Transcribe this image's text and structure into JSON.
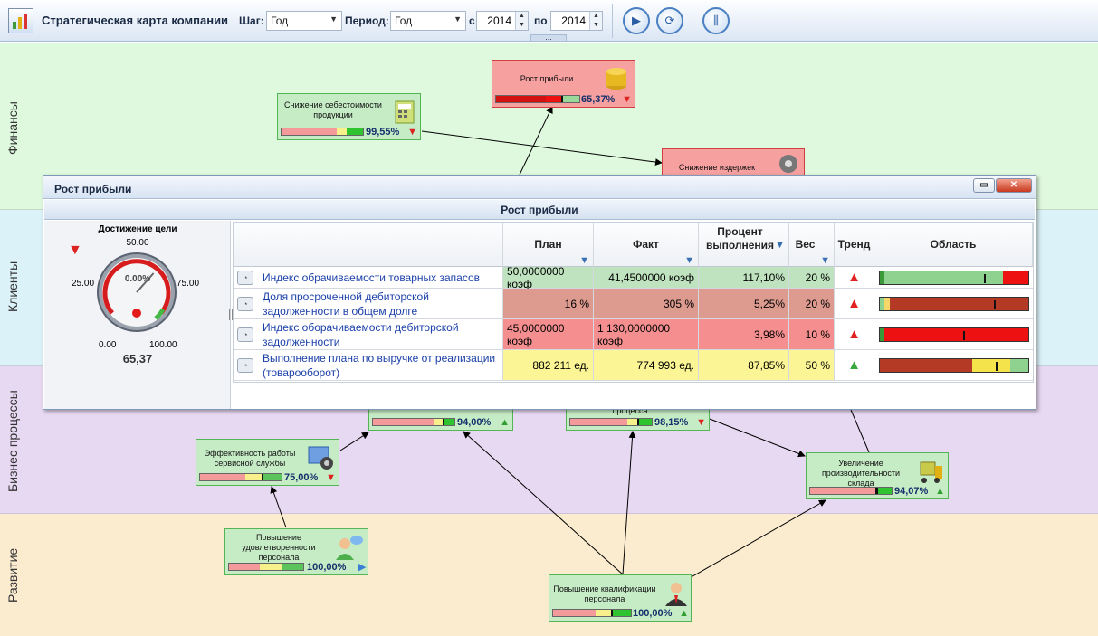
{
  "toolbar": {
    "title": "Стратегическая карта компании",
    "step_label": "Шаг:",
    "step_value": "Год",
    "period_label": "Период:",
    "period_value": "Год",
    "from_label": "с",
    "from_year": "2014",
    "to_label": "по",
    "to_year": "2014",
    "more": "..."
  },
  "lanes": {
    "finance": "Финансы",
    "clients": "Клиенты",
    "processes": "Бизнес процессы",
    "development": "Развитие"
  },
  "nodes": {
    "profit_growth": {
      "title": "Рост прибыли",
      "pct": "65,37%",
      "trend": "down"
    },
    "cost_reduction": {
      "title": "Снижение себестоимости продукции",
      "pct": "99,55%",
      "trend": "down"
    },
    "expense_reduction": {
      "title": "Снижение издержек"
    },
    "process_node": {
      "pct": "94,00%",
      "trend": "up"
    },
    "process2": {
      "title": "процесса",
      "pct": "98,15%",
      "trend": "down"
    },
    "service_eff": {
      "title": "Эффективность работы сервисной службы",
      "pct": "75,00%",
      "trend": "down"
    },
    "warehouse": {
      "title": "Увеличение производительности склада",
      "pct": "94,07%",
      "trend": "up"
    },
    "staff_satisfaction": {
      "title": "Повышение удовлетворенности персонала",
      "pct": "100,00%",
      "trend": "right"
    },
    "staff_qual": {
      "title": "Повышение квалификации персонала",
      "pct": "100,00%",
      "trend": "up"
    }
  },
  "popup": {
    "window_title": "Рост прибыли",
    "header": "Рост прибыли",
    "gauge": {
      "title": "Достижение цели",
      "center_pct": "0.00%",
      "tick_top": "50.00",
      "tick_left": "25.00",
      "tick_right": "75.00",
      "tick_min": "0.00",
      "tick_max": "100.00",
      "value_text": "65,37",
      "value": 65.37,
      "trend": "down"
    },
    "columns": {
      "plan": "План",
      "fact": "Факт",
      "percent": "Процент выполнения",
      "weight": "Вес",
      "trend": "Тренд",
      "area": "Область"
    },
    "rows": [
      {
        "name": "Индекс обрачиваемости товарных запасов",
        "plan": "50,0000000 коэф",
        "fact": "41,4500000 коэф",
        "percent": "117,10%",
        "weight": "20 %",
        "trend": "up-red",
        "bg": "#bfe3bf",
        "area": [
          {
            "c": "#3a9a3a",
            "w": 0.03
          },
          {
            "c": "#8fd18f",
            "w": 0.8
          },
          {
            "c": "#ee1111",
            "w": 0.17
          }
        ],
        "mark": 0.7
      },
      {
        "name": "Доля просроченной дебиторской задолженности в общем долге",
        "plan": "16 %",
        "fact": "305 %",
        "percent": "5,25%",
        "weight": "20 %",
        "trend": "up-red",
        "bg": "#dd9b8f",
        "area": [
          {
            "c": "#8fd18f",
            "w": 0.03
          },
          {
            "c": "#f4d66a",
            "w": 0.04
          },
          {
            "c": "#b53a26",
            "w": 0.93
          }
        ],
        "mark": 0.77
      },
      {
        "name": "Индекс оборачиваемости дебиторской задолженности",
        "plan": "45,0000000 коэф",
        "fact": "1 130,0000000 коэф",
        "percent": "3,98%",
        "weight": "10 %",
        "trend": "up-red",
        "bg": "#f58f8f",
        "area": [
          {
            "c": "#3a9a3a",
            "w": 0.03
          },
          {
            "c": "#ee1111",
            "w": 0.97
          }
        ],
        "mark": 0.56
      },
      {
        "name": "Выполнение плана по выручке от реализации (товарооборот)",
        "plan": "882 211 ед.",
        "fact": "774 993 ед.",
        "percent": "87,85%",
        "weight": "50 %",
        "trend": "up-green",
        "bg": "#fbf596",
        "area": [
          {
            "c": "#b53a26",
            "w": 0.62
          },
          {
            "c": "#f4e34a",
            "w": 0.26
          },
          {
            "c": "#8fd18f",
            "w": 0.12
          }
        ],
        "mark": 0.78
      }
    ]
  }
}
